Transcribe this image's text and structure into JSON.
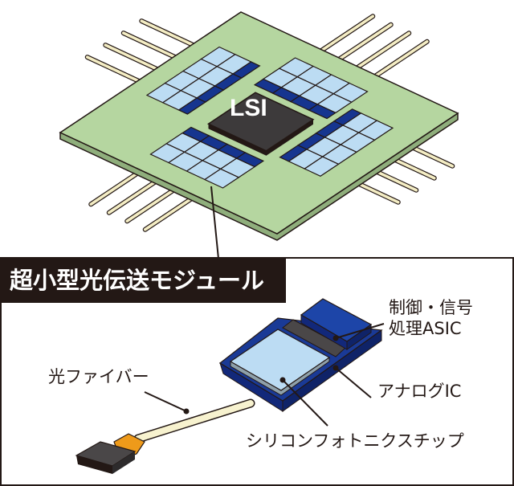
{
  "board": {
    "chip_label": "LSI"
  },
  "module_panel": {
    "title": "超小型光伝送モジュール",
    "labels": {
      "asic_line1": "制御・信号",
      "asic_line2": "処理ASIC",
      "analog_ic": "アナログIC",
      "silicon_photonics": "シリコンフォトニクスチップ",
      "optical_fiber": "光ファイバー"
    }
  },
  "colors": {
    "board": "#b5d6a0",
    "tile_light": "#bcdcf3",
    "tile_dark": "#16358f",
    "lsi": "#3d3a3b",
    "lead": "#f4edc4",
    "ferrule": "#ee9a1a"
  }
}
